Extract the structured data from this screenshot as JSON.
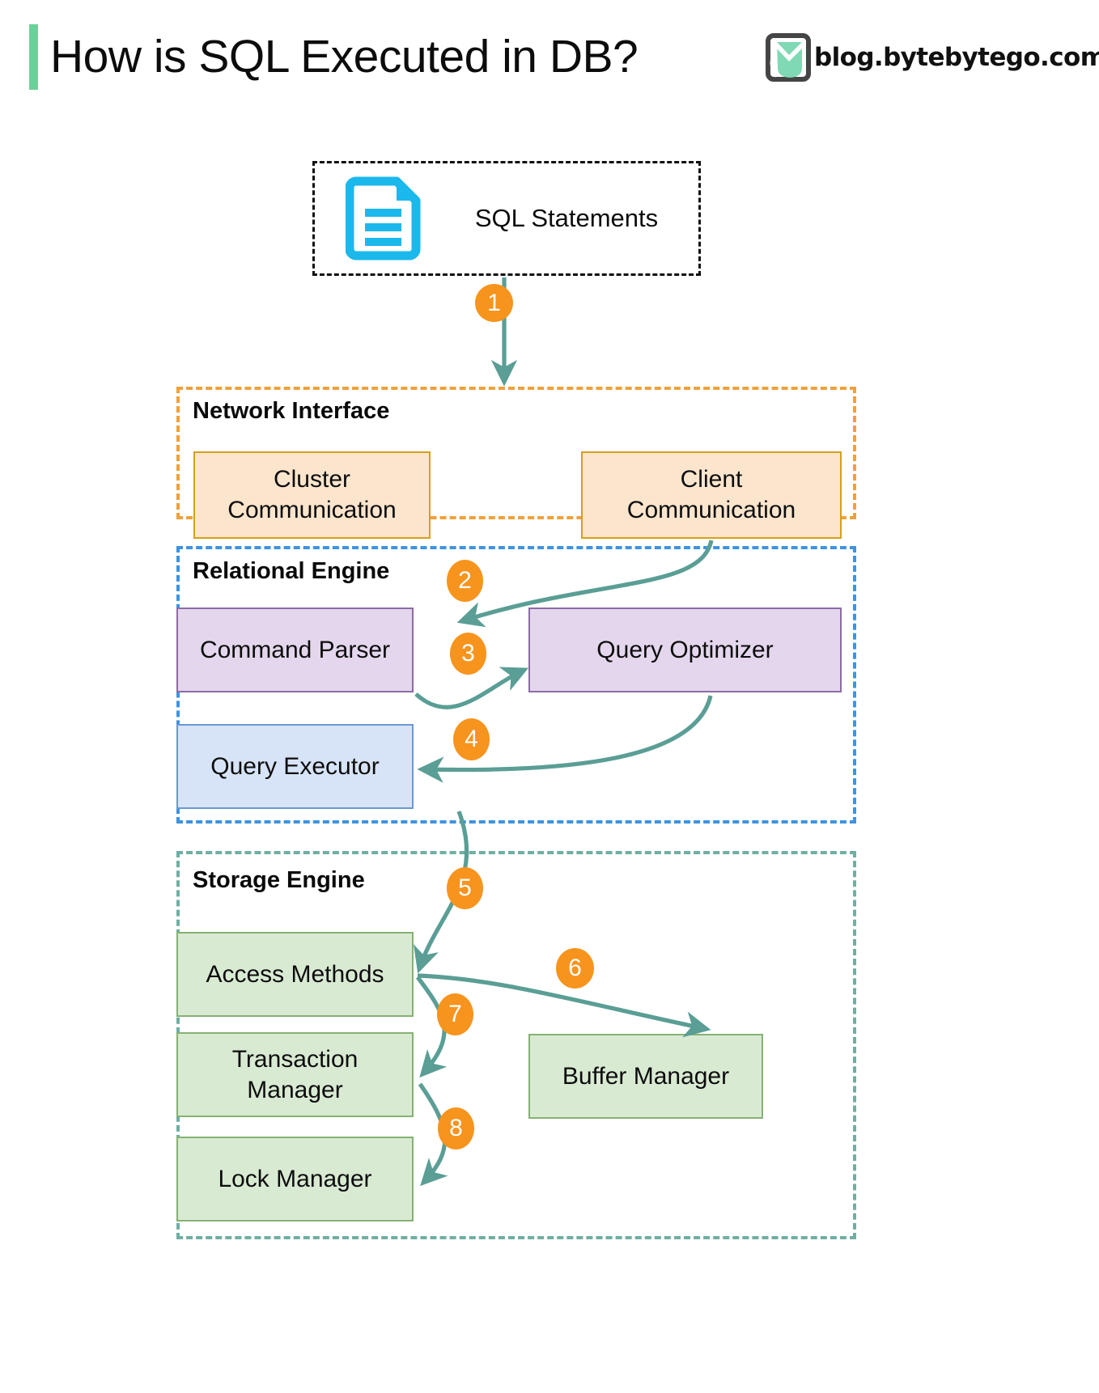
{
  "header": {
    "title": "How is SQL Executed in DB?",
    "brand_text": "blog.bytebytego.com",
    "accent_color": "#6FCF9A"
  },
  "diagram": {
    "input": {
      "label": "SQL Statements",
      "icon": "document-icon",
      "icon_color": "#1BB8EC",
      "border_style": "dashed",
      "border_color": "#111111"
    },
    "groups": [
      {
        "id": "network-interface",
        "title": "Network Interface",
        "border_color": "#F0A13A",
        "nodes": [
          {
            "id": "cluster-communication",
            "label": "Cluster\nCommunication",
            "fill": "#FCE5CD",
            "stroke": "#D6A01A"
          },
          {
            "id": "client-communication",
            "label": "Client\nCommunication",
            "fill": "#FCE5CD",
            "stroke": "#D6A01A"
          }
        ]
      },
      {
        "id": "relational-engine",
        "title": "Relational Engine",
        "border_color": "#3E93E0",
        "nodes": [
          {
            "id": "command-parser",
            "label": "Command Parser",
            "fill": "#E4D7ED",
            "stroke": "#8E6BA5"
          },
          {
            "id": "query-optimizer",
            "label": "Query Optimizer",
            "fill": "#E4D7ED",
            "stroke": "#8E6BA5"
          },
          {
            "id": "query-executor",
            "label": "Query Executor",
            "fill": "#D7E4F7",
            "stroke": "#6C98D1"
          }
        ]
      },
      {
        "id": "storage-engine",
        "title": "Storage Engine",
        "border_color": "#6FAFA3",
        "nodes": [
          {
            "id": "access-methods",
            "label": "Access Methods",
            "fill": "#D9EAD3",
            "stroke": "#86B173"
          },
          {
            "id": "transaction-manager",
            "label": "Transaction\nManager",
            "fill": "#D9EAD3",
            "stroke": "#86B173"
          },
          {
            "id": "lock-manager",
            "label": "Lock Manager",
            "fill": "#D9EAD3",
            "stroke": "#86B173"
          },
          {
            "id": "buffer-manager",
            "label": "Buffer Manager",
            "fill": "#D9EAD3",
            "stroke": "#86B173"
          }
        ]
      }
    ],
    "steps": [
      {
        "n": "1",
        "from": "sql-statements",
        "to": "network-interface"
      },
      {
        "n": "2",
        "from": "client-communication",
        "to": "command-parser"
      },
      {
        "n": "3",
        "from": "command-parser",
        "to": "query-optimizer"
      },
      {
        "n": "4",
        "from": "query-optimizer",
        "to": "query-executor"
      },
      {
        "n": "5",
        "from": "query-executor",
        "to": "access-methods"
      },
      {
        "n": "6",
        "from": "access-methods",
        "to": "buffer-manager"
      },
      {
        "n": "7",
        "from": "access-methods",
        "to": "transaction-manager"
      },
      {
        "n": "8",
        "from": "transaction-manager",
        "to": "lock-manager"
      }
    ],
    "step_badge_color": "#F7941E",
    "arrow_color": "#5A9E95"
  },
  "node_labels": {
    "cluster_line1": "Cluster",
    "cluster_line2": "Communication",
    "client_line1": "Client",
    "client_line2": "Communication",
    "command_parser": "Command Parser",
    "query_optimizer": "Query Optimizer",
    "query_executor": "Query Executor",
    "access_methods": "Access Methods",
    "transaction_line1": "Transaction",
    "transaction_line2": "Manager",
    "lock_manager": "Lock Manager",
    "buffer_manager": "Buffer Manager"
  }
}
